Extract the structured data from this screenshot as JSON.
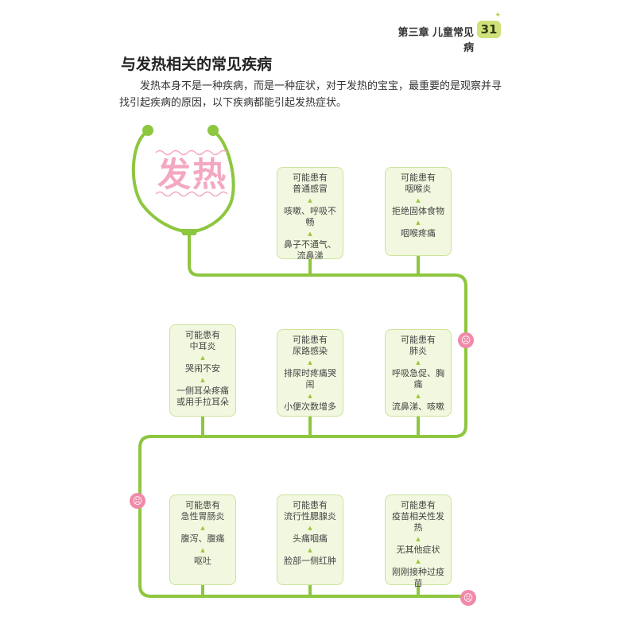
{
  "header": {
    "chapter": "第三章 儿童常见病",
    "page_number": "31"
  },
  "section": {
    "title": "与发热相关的常见疾病",
    "intro": "发热本身不是一种疾病，而是一种症状，对于发热的宝宝，最重要的是观察并寻找引起疾病的原因，以下疾病都能引起发热症状。"
  },
  "diagram": {
    "center_word": "发热",
    "colors": {
      "tube": "#8dc63f",
      "box_border": "#cbe39a",
      "box_fill": "#f1f8df",
      "accent_pink": "#f08aa8",
      "word_pink": "#f3a8c0"
    },
    "icons": {
      "bead": "sad-face-icon",
      "arrow": "triangle-up-icon"
    },
    "rows": [
      [
        {
          "disease_lines": [
            "可能患有",
            "普通感冒"
          ],
          "symptoms": [
            [
              "咳嗽、呼吸不畅"
            ],
            [
              "鼻子不通气、",
              "流鼻涕"
            ]
          ]
        },
        {
          "disease_lines": [
            "可能患有",
            "咽喉炎"
          ],
          "symptoms": [
            [
              "拒绝固体食物"
            ],
            [
              "咽喉疼痛"
            ]
          ]
        }
      ],
      [
        {
          "disease_lines": [
            "可能患有",
            "中耳炎"
          ],
          "symptoms": [
            [
              "哭闹不安"
            ],
            [
              "一侧耳朵疼痛",
              "或用手拉耳朵"
            ]
          ]
        },
        {
          "disease_lines": [
            "可能患有",
            "尿路感染"
          ],
          "symptoms": [
            [
              "排尿时疼痛哭闹"
            ],
            [
              "小便次数增多"
            ]
          ]
        },
        {
          "disease_lines": [
            "可能患有",
            "肺炎"
          ],
          "symptoms": [
            [
              "呼吸急促、胸痛"
            ],
            [
              "流鼻涕、咳嗽"
            ]
          ]
        }
      ],
      [
        {
          "disease_lines": [
            "可能患有",
            "急性胃肠炎"
          ],
          "symptoms": [
            [
              "腹泻、腹痛"
            ],
            [
              "呕吐"
            ]
          ]
        },
        {
          "disease_lines": [
            "可能患有",
            "流行性腮腺炎"
          ],
          "symptoms": [
            [
              "头痛咽痛"
            ],
            [
              "脸部一侧红肿"
            ]
          ]
        },
        {
          "disease_lines": [
            "可能患有",
            "疫苗相关性发热"
          ],
          "symptoms": [
            [
              "无其他症状"
            ],
            [
              "刚刚接种过疫苗"
            ]
          ]
        }
      ]
    ]
  }
}
